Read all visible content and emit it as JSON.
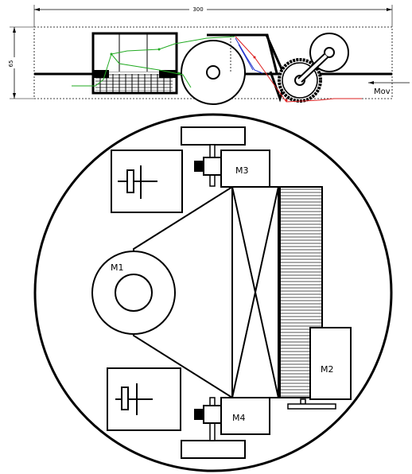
{
  "side_view": {
    "width_dimension": "300",
    "height_dimension": "65",
    "motion_label": "Mov"
  },
  "top_view": {
    "motor_labels": {
      "m1": "M1",
      "m2": "M2",
      "m3": "M3",
      "m4": "M4"
    }
  },
  "colors": {
    "line": "#000000",
    "green_path": "#22aa22",
    "red_path": "#dd2222",
    "blue_path": "#2233cc",
    "hatch": "#555555"
  }
}
